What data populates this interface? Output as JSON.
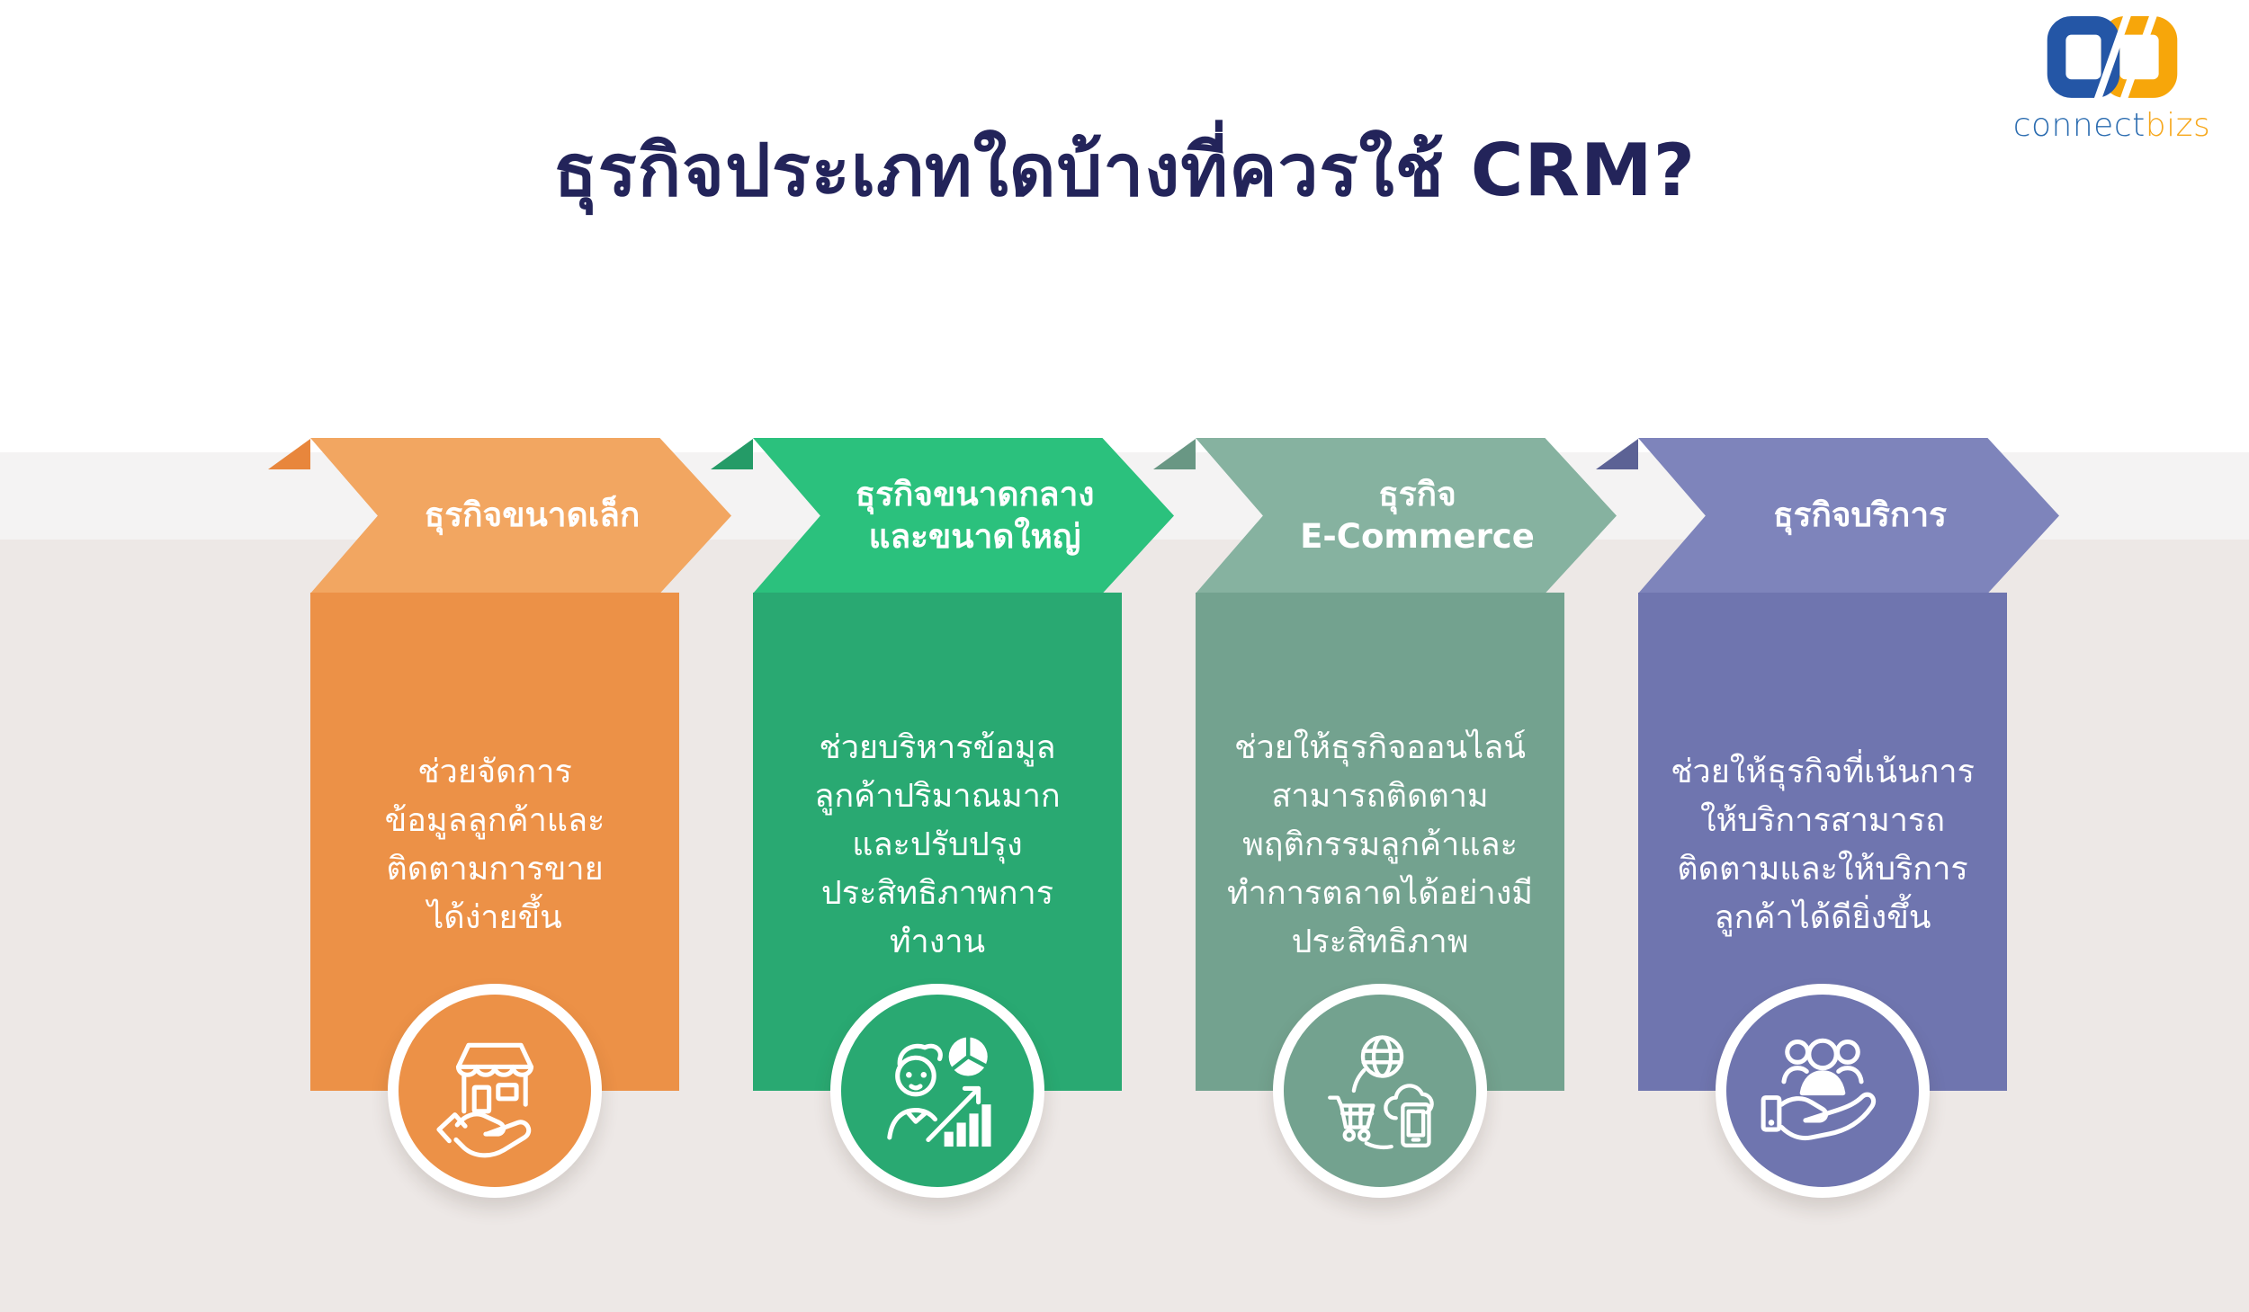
{
  "page": {
    "title": "ธุรกิจประเภทใดบ้างที่ควรใช้ CRM?",
    "title_color": "#23245A",
    "background_top": "#FFFFFF",
    "background_band": "#F4F3F3",
    "background_bottom": "#EDE8E6"
  },
  "logo": {
    "icon": "interlocked-links-logo-icon",
    "text_primary": "connect",
    "text_secondary": "bizs",
    "primary_color": "#2B6CB0",
    "secondary_color": "#F6A71B",
    "icon_blue": "#2456A6",
    "icon_orange": "#F7A60A"
  },
  "columns": [
    {
      "id": "small-business",
      "header": "ธุรกิจขนาดเล็ก",
      "description": "ช่วยจัดการ\nข้อมูลลูกค้าและ\nติดตามการขาย\nได้ง่ายขึ้น",
      "icon": "storefront-in-hand-icon",
      "colors": {
        "banner": "#F2A661",
        "body": "#EC9147",
        "fold": "#E8863C"
      }
    },
    {
      "id": "medium-large-business",
      "header": "ธุรกิจขนาดกลาง\nและขนาดใหญ่",
      "description": "ช่วยบริหารข้อมูล\nลูกค้าปริมาณมาก\nและปรับปรุง\nประสิทธิภาพการ\nทำงาน",
      "icon": "businessman-growth-chart-icon",
      "colors": {
        "banner": "#2BC17D",
        "body": "#29A972",
        "fold": "#249B67"
      }
    },
    {
      "id": "ecommerce-business",
      "header": "ธุรกิจ\nE-Commerce",
      "description": "ช่วยให้ธุรกิจออนไลน์\nสามารถติดตาม\nพฤติกรรมลูกค้าและ\nทำการตลาดได้อย่างมี\nประสิทธิภาพ",
      "icon": "online-shopping-network-icon",
      "colors": {
        "banner": "#86B2A0",
        "body": "#73A28F",
        "fold": "#699784"
      }
    },
    {
      "id": "service-business",
      "header": "ธุรกิจบริการ",
      "description": "ช่วยให้ธุรกิจที่เน้นการ\nให้บริการสามารถ\nติดตามและให้บริการ\nลูกค้าได้ดียิ่งขึ้น",
      "icon": "customers-in-hand-icon",
      "colors": {
        "banner": "#7E84BB",
        "body": "#6F75AF",
        "fold": "#5C6295"
      }
    }
  ]
}
